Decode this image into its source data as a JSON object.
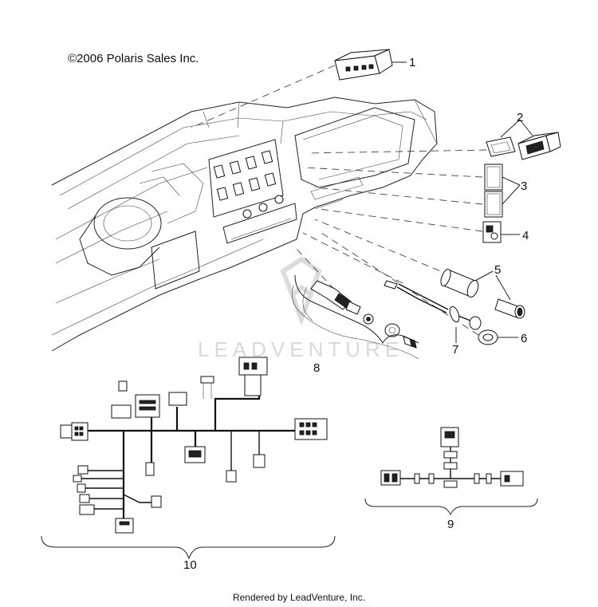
{
  "copyright": "©2006 Polaris Sales Inc.",
  "footer": "Rendered by LeadVenture, Inc.",
  "watermark": "LEADVENTURE",
  "callouts": [
    "1",
    "2",
    "3",
    "4",
    "5",
    "6",
    "7",
    "8",
    "9",
    "10"
  ],
  "colors": {
    "line": "#222222",
    "watermark": "#d9d9d9",
    "background": "#ffffff"
  }
}
